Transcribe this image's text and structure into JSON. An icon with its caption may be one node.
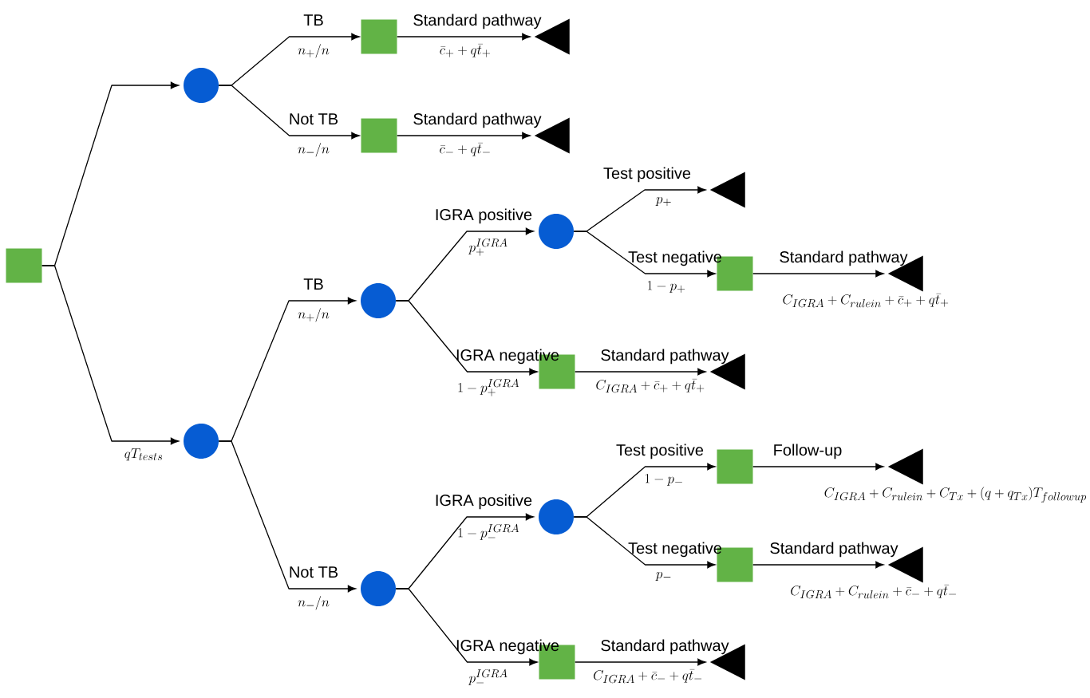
{
  "diagram": {
    "nodes": [
      {
        "text": [],
        "shape": "box"
      },
      {
        "text": [],
        "shape": "circle"
      },
      {
        "text": [],
        "shape": "box"
      },
      {
        "text": [],
        "shape": "triangle"
      },
      {
        "text": [],
        "shape": "box"
      },
      {
        "text": [],
        "shape": "triangle"
      },
      {
        "text": [],
        "shape": "circle"
      },
      {
        "text": [],
        "shape": "circle"
      },
      {
        "text": [],
        "shape": "circle"
      },
      {
        "text": [],
        "shape": "triangle"
      },
      {
        "text": [],
        "shape": "box"
      },
      {
        "text": [],
        "shape": "triangle"
      },
      {
        "text": [],
        "shape": "box"
      },
      {
        "text": [],
        "shape": "triangle"
      },
      {
        "text": [],
        "shape": "circle"
      },
      {
        "text": [],
        "shape": "circle"
      },
      {
        "text": [],
        "shape": "box"
      },
      {
        "text": [],
        "shape": "triangle"
      },
      {
        "text": [],
        "shape": "box"
      },
      {
        "text": [],
        "shape": "triangle"
      },
      {
        "text": [],
        "shape": "box"
      },
      {
        "text": [],
        "shape": "triangle"
      }
    ],
    "edges": [
      {
        "from": 0,
        "to": 1,
        "arrow": "to"
      },
      {
        "from": 0,
        "to": 6,
        "arrow": "to"
      },
      {
        "from": 1,
        "to": 2,
        "arrow": "to",
        "label": "TB"
      },
      {
        "from": 1,
        "to": 4,
        "arrow": "to",
        "label": "Not TB"
      },
      {
        "from": 2,
        "to": 3,
        "arrow": "to",
        "label": "Standard pathway"
      },
      {
        "from": 4,
        "to": 5,
        "arrow": "to",
        "label": "Standard pathway"
      },
      {
        "from": 6,
        "to": 7,
        "arrow": "to",
        "label": "TB"
      },
      {
        "from": 6,
        "to": 14,
        "arrow": "to",
        "label": "Not TB"
      },
      {
        "from": 7,
        "to": 8,
        "arrow": "to",
        "label": "IGRA positive"
      },
      {
        "from": 7,
        "to": 12,
        "arrow": "to",
        "label": "IGRA negative"
      },
      {
        "from": 8,
        "to": 9,
        "arrow": "to",
        "label": "Test positive"
      },
      {
        "from": 8,
        "to": 10,
        "arrow": "to",
        "label": "Test negative"
      },
      {
        "from": 10,
        "to": 11,
        "arrow": "to",
        "label": "Standard pathway"
      },
      {
        "from": 12,
        "to": 13,
        "arrow": "to",
        "label": "Standard pathway"
      },
      {
        "from": 14,
        "to": 15,
        "arrow": "to",
        "label": "IGRA positive"
      },
      {
        "from": 14,
        "to": 20,
        "arrow": "to",
        "label": "IGRA negative"
      },
      {
        "from": 15,
        "to": 16,
        "arrow": "to",
        "label": "Test positive"
      },
      {
        "from": 15,
        "to": 18,
        "arrow": "to",
        "label": "Test negative"
      },
      {
        "from": 16,
        "to": 17,
        "arrow": "to",
        "label": "Follow-up"
      },
      {
        "from": 18,
        "to": 19,
        "arrow": "to",
        "label": "Standard pathway"
      },
      {
        "from": 20,
        "to": 21,
        "arrow": "to",
        "label": "Standard pathway"
      }
    ],
    "labels": [
      "qT_{tests}",
      "n_+/n",
      "n_-/n",
      "\\bar{c}_+ + q\\bar{t}_+",
      "\\bar{c}_- + q\\bar{t}_-",
      "n_+/n",
      "n_-/n",
      "p_+^{IGRA}",
      "1 - p_+^{IGRA}",
      "p_+",
      "1 - p_+",
      "C_{IGRA} + C_{rulein} + \\bar{c}_+ + q\\bar{t}_+",
      "C_{IGRA} + \\bar{c}_+ + q\\bar{t}_+",
      "1 - p_-^{IGRA}",
      "p_-^{IGRA}",
      "1 - p_-",
      "p_-",
      "C_{IGRA} + C_{rulein} + C_{Tx} + (q + q_{Tx})T_{followup}",
      "C_{IGRA} + C_{rulein} + \\bar{c}_- + q\\bar{t}_-",
      "C_{IGRA} + \\bar{c}_- + q\\bar{t}_-"
    ]
  }
}
